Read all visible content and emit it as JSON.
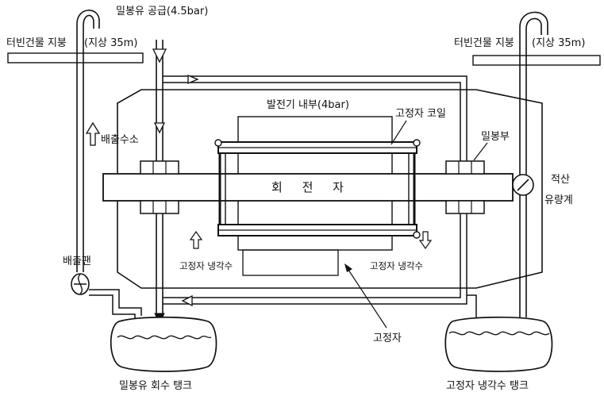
{
  "labels": {
    "seal_oil_supply": "밀봉유 공급(4.5bar)",
    "roof_left": "터빈건물 지붕",
    "roof_left_height": "(지상 35m)",
    "roof_right": "터빈건물 지붕",
    "roof_right_height": "(지상 35m)",
    "generator_inside": "발전기 내부(4bar)",
    "stator_coil": "고정자 코일",
    "seal_part": "밀봉부",
    "exhaust_hydrogen": "배출수소",
    "rotor": "회 전 자",
    "flow_meter_line1": "적산",
    "flow_meter_line2": "유량계",
    "exhaust_fan": "배출팬",
    "stator_cooling_water_left": "고정자 냉각수",
    "stator_cooling_water_right": "고정자 냉각수",
    "stator": "고정자",
    "seal_oil_recovery_tank": "밀봉유 회수 탱크",
    "stator_cooling_water_tank": "고정자 냉각수 탱크"
  }
}
